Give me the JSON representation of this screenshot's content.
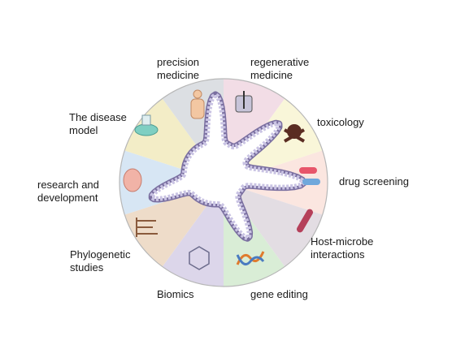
{
  "diagram": {
    "labels": {
      "precision_medicine": [
        "precision",
        "medicine"
      ],
      "regenerative_medicine": [
        "regenerative",
        "medicine"
      ],
      "toxicology": [
        "toxicology"
      ],
      "drug_screening": [
        "drug screening"
      ],
      "host_microbe": [
        "Host-microbe",
        "interactions"
      ],
      "gene_editing": [
        "gene editing"
      ],
      "biomics": [
        "Biomics"
      ],
      "phylogenetic": [
        "Phylogenetic",
        "studies"
      ],
      "research": [
        "research and",
        "development"
      ],
      "disease_model": [
        "The disease",
        "model"
      ]
    },
    "sector_colors": [
      "#f2dde6",
      "#f9f6d9",
      "#fbe6e0",
      "#e3dde3",
      "#d9edd6",
      "#dcd6ea",
      "#eedcc9",
      "#d7e6f4",
      "#f3edc7",
      "#dcdfe3"
    ],
    "icons": [
      "bioreactor-icon",
      "skull-icon",
      "pills-icon",
      "bacterium-icon",
      "dna-icon",
      "molecule-hexagon-icon",
      "phylogenetic-tree-icon",
      "embryo-icon",
      "petri-dish-icon",
      "human-body-icon"
    ]
  }
}
